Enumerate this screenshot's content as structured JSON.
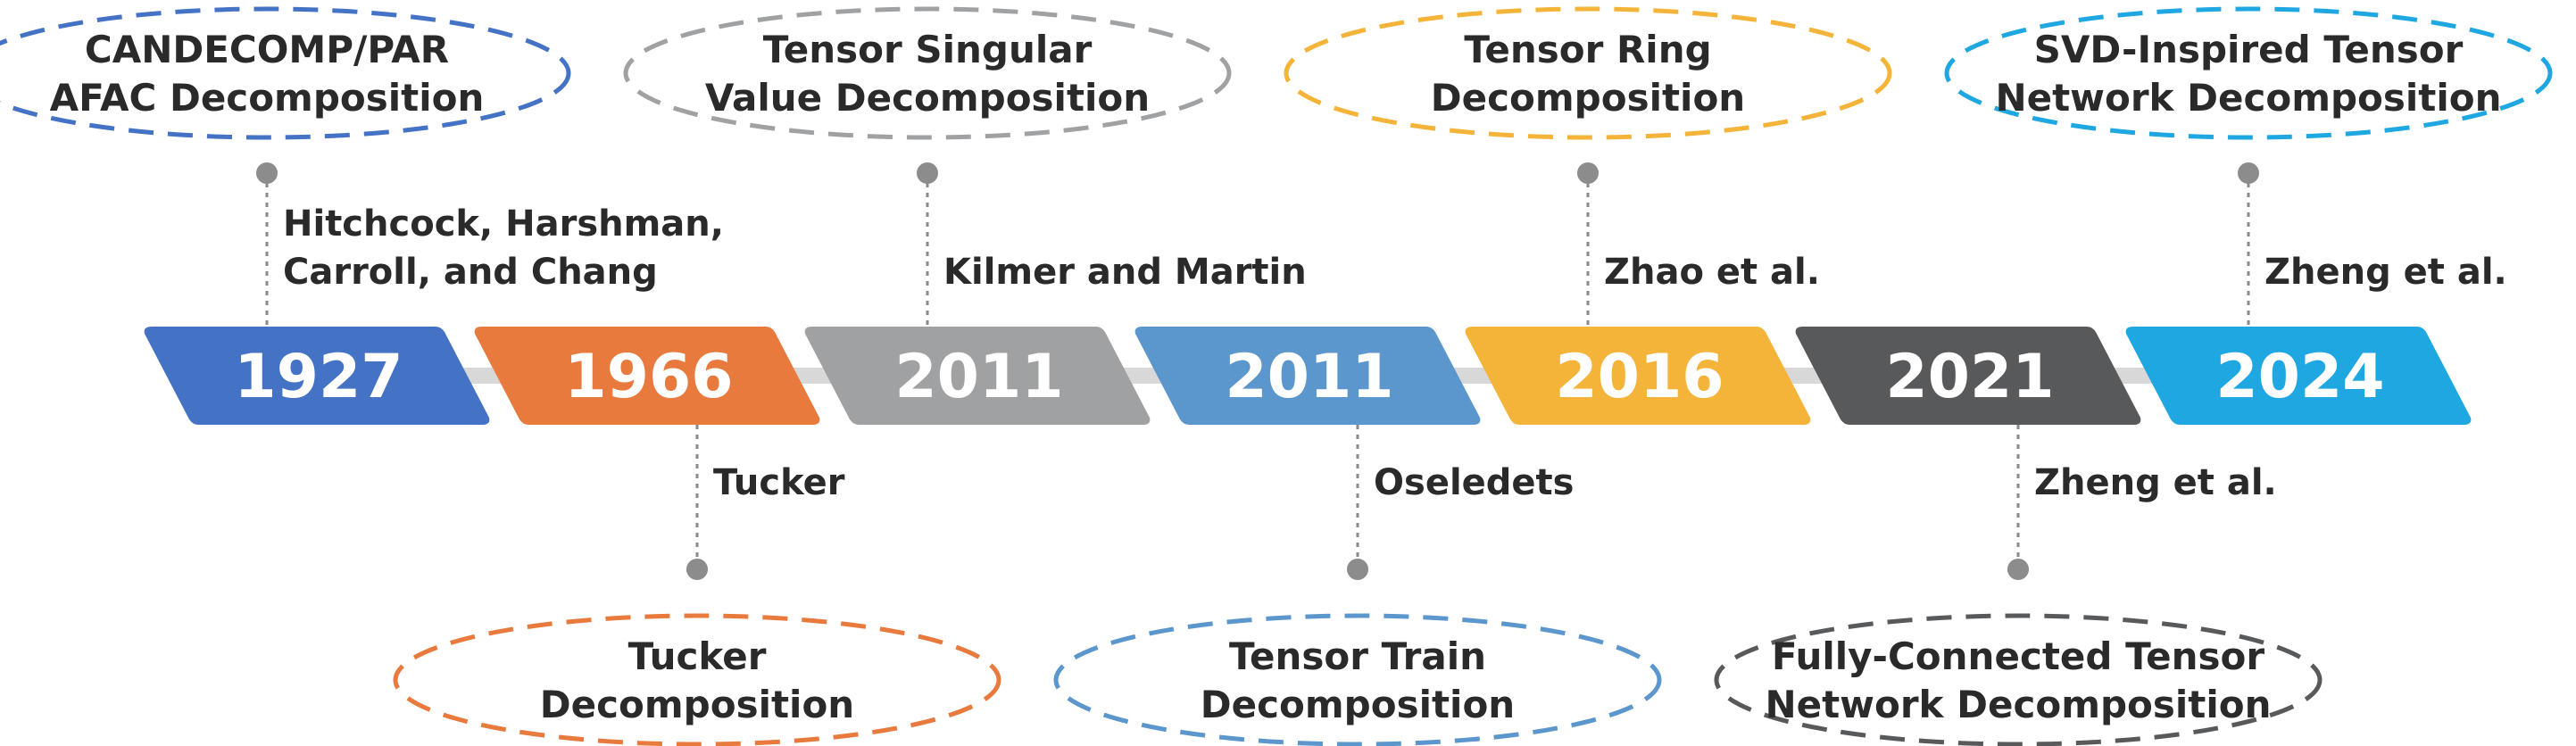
{
  "events": [
    {
      "year": "1927",
      "color": "#4472C4",
      "side": "top",
      "method": [
        "CANDECOMP/PAR",
        "AFAC Decomposition"
      ],
      "authors": [
        "Hitchcock, Harshman,",
        "Carroll, and Chang"
      ]
    },
    {
      "year": "1966",
      "color": "#E97A3E",
      "side": "bottom",
      "method": [
        "Tucker",
        "Decomposition"
      ],
      "authors": [
        "Tucker"
      ]
    },
    {
      "year": "2011",
      "color": "#A0A1A3",
      "side": "top",
      "method": [
        "Tensor Singular",
        "Value Decomposition"
      ],
      "authors": [
        "Kilmer and Martin"
      ]
    },
    {
      "year": "2011",
      "color": "#5B96CC",
      "side": "bottom",
      "method": [
        "Tensor Train",
        "Decomposition"
      ],
      "authors": [
        "Oseledets"
      ]
    },
    {
      "year": "2016",
      "color": "#F4B43A",
      "side": "top",
      "method": [
        "Tensor Ring",
        "Decomposition"
      ],
      "authors": [
        "Zhao et al."
      ]
    },
    {
      "year": "2021",
      "color": "#58595B",
      "side": "bottom",
      "method": [
        "Fully-Connected Tensor",
        "Network Decomposition"
      ],
      "authors": [
        "Zheng et al."
      ]
    },
    {
      "year": "2024",
      "color": "#1FA7E1",
      "side": "top",
      "method": [
        "SVD-Inspired Tensor",
        "Network Decomposition"
      ],
      "authors": [
        "Zheng et al."
      ]
    }
  ]
}
